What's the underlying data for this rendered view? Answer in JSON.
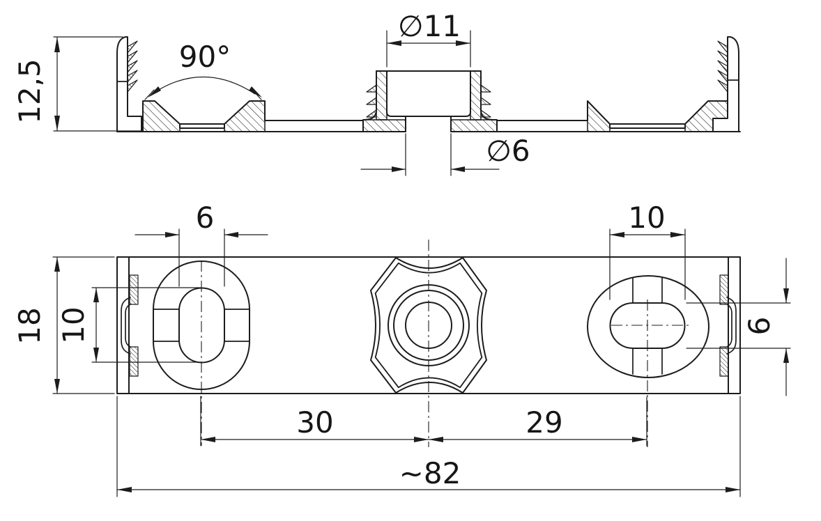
{
  "section_view": {
    "dim_overall_height": "12,5",
    "dim_countersink_angle": "90°",
    "dim_boss_bore": "∅11",
    "dim_center_hole": "∅6"
  },
  "plan_view": {
    "dim_left_slot_width": "6",
    "dim_left_slot_height": "10",
    "dim_body_width": "18",
    "dim_right_slot_width": "10",
    "dim_right_slot_height": "6",
    "dim_left_hole_spacing": "30",
    "dim_right_hole_spacing": "29",
    "dim_overall_length": "~82"
  },
  "colors": {
    "line_color": "#1c1c1c",
    "background": "#ffffff"
  }
}
